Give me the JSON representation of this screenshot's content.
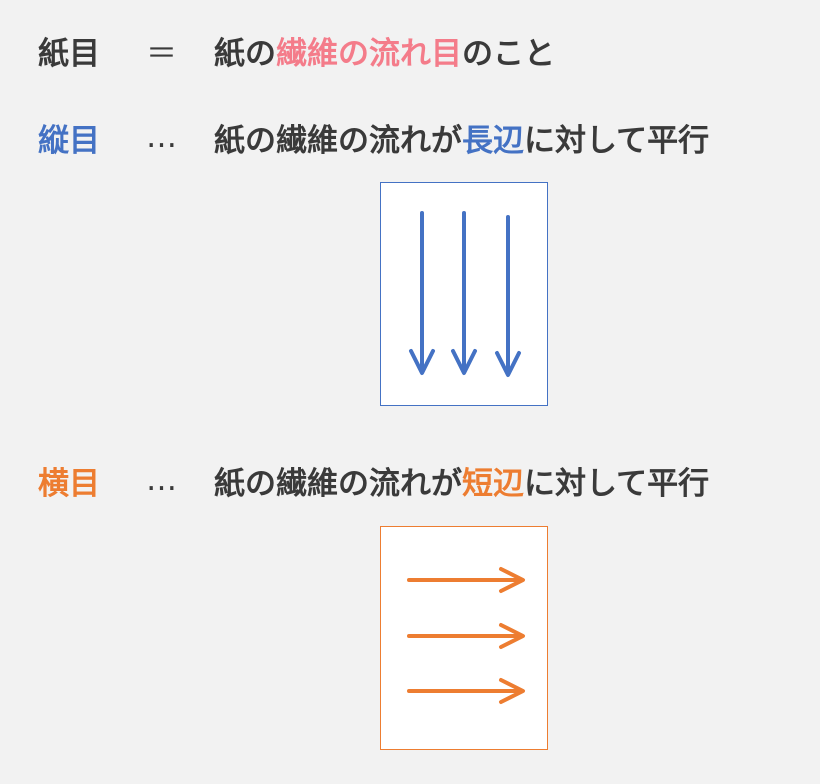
{
  "definition": {
    "term": "紙目",
    "separator": "＝",
    "desc_prefix": "紙の",
    "desc_highlight": "繊維の流れ目",
    "desc_suffix": "のこと"
  },
  "tateme": {
    "term": "縦目",
    "separator": "…",
    "desc_prefix": "紙の繊維の流れが",
    "desc_highlight": "長辺",
    "desc_suffix": "に対して平行",
    "arrow_direction": "down",
    "arrow_count": 3
  },
  "yokome": {
    "term": "横目",
    "separator": "…",
    "desc_prefix": "紙の繊維の流れが",
    "desc_highlight": "短辺",
    "desc_suffix": "に対して平行",
    "arrow_direction": "right",
    "arrow_count": 3
  },
  "colors": {
    "text": "#3a3a3a",
    "highlight_pink": "#f47c8a",
    "tateme_blue": "#4472c4",
    "yokome_orange": "#ed7d31",
    "background": "#f2f2f2",
    "paper": "#ffffff"
  }
}
